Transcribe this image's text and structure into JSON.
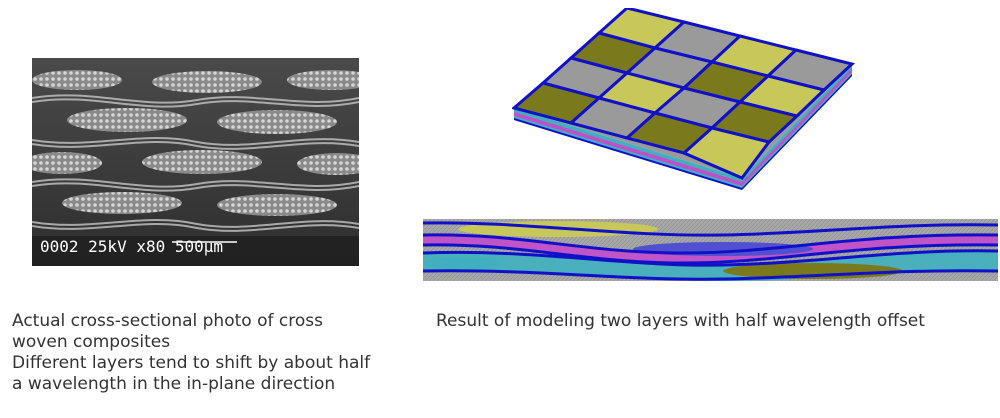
{
  "sem_photo": {
    "overlay_text": "0002  25kV   x80  500µm"
  },
  "captions": {
    "left": [
      "Actual cross-sectional photo of cross",
      "woven composites",
      "Different layers tend to shift by about half",
      "a wavelength in the in-plane direction"
    ],
    "right": "Result of modeling two layers with half wavelength offset"
  },
  "colors": {
    "yarn_yellow": "#c8c85a",
    "yarn_olive": "#7a7a1c",
    "matrix_gray": "#9a9a9a",
    "boundary_blue": "#1010c8",
    "layer_magenta": "#c050c8",
    "layer_cyan": "#40b0c0"
  }
}
